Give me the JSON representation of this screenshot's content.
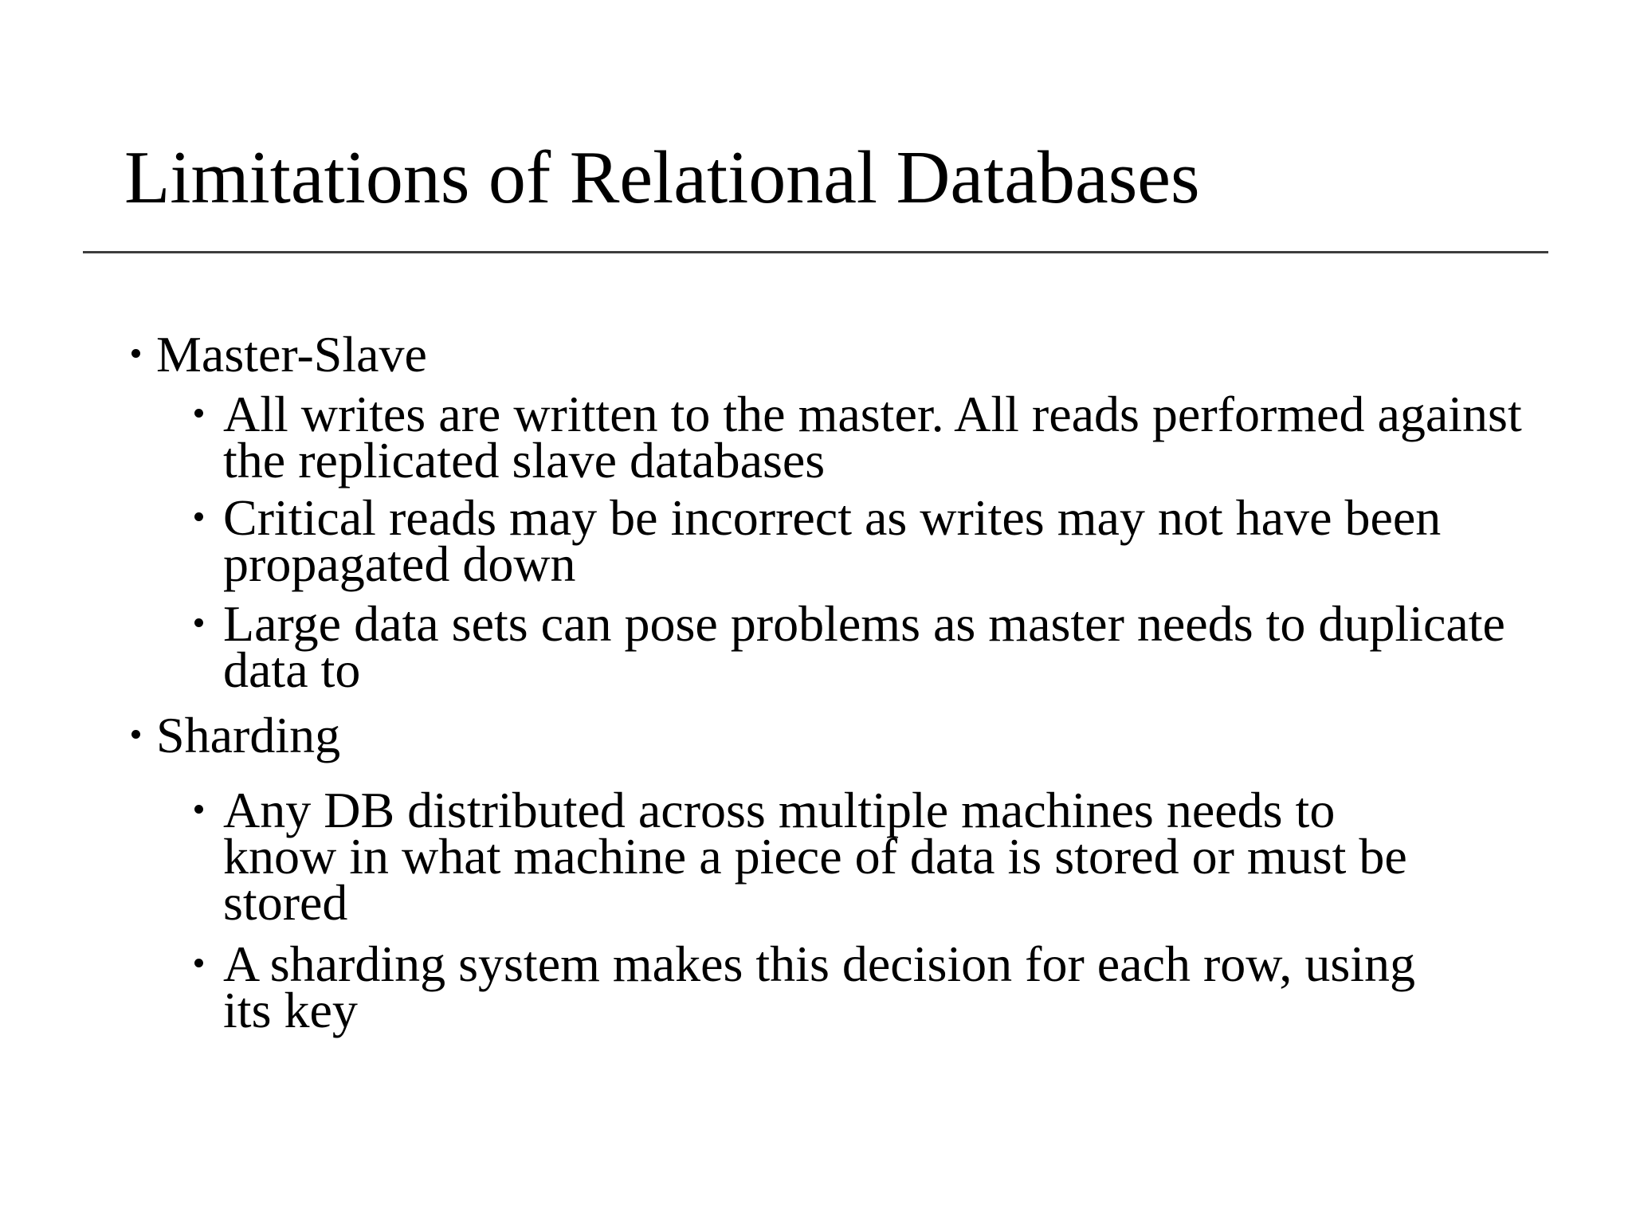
{
  "slide": {
    "title": "Limitations of Relational Databases",
    "colors": {
      "background": "#ffffff",
      "text": "#000000",
      "divider": "#3d3d3d"
    }
  },
  "body": {
    "items": [
      {
        "level": 1,
        "lines": [
          "Master-Slave"
        ]
      },
      {
        "level": 2,
        "lines": [
          "All writes are written to the master. All reads performed against",
          "the replicated slave databases"
        ]
      },
      {
        "level": 2,
        "lines": [
          "Critical reads may be incorrect as writes may not have been",
          "propagated down"
        ]
      },
      {
        "level": 2,
        "lines": [
          "Large data sets can pose problems as master needs to duplicate",
          "data to"
        ]
      },
      {
        "level": 1,
        "lines": [
          "Sharding"
        ]
      },
      {
        "level": 2,
        "lines": [
          "Any DB distributed across multiple machines needs to",
          "know in what machine a piece of data is stored or must be",
          "stored"
        ]
      },
      {
        "level": 2,
        "lines": [
          "A sharding system makes this decision for each row, using",
          "its key"
        ]
      }
    ]
  }
}
